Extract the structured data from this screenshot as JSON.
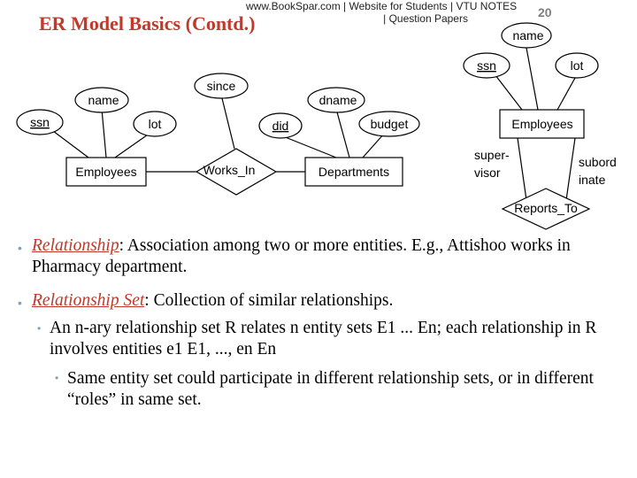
{
  "header": {
    "watermark_line1": "www.BookSpar.com | Website for Students | VTU NOTES",
    "watermark_line2": "| Question Papers",
    "slide_number": "20",
    "title": "ER Model Basics (Contd.)"
  },
  "left_diagram": {
    "entity_employees": "Employees",
    "relationship": "Works_In",
    "entity_departments": "Departments",
    "attr_ssn": "ssn",
    "attr_name": "name",
    "attr_lot": "lot",
    "attr_since": "since",
    "attr_did": "did",
    "attr_dname": "dname",
    "attr_budget": "budget"
  },
  "right_diagram": {
    "attr_name": "name",
    "attr_ssn": "ssn",
    "attr_lot": "lot",
    "entity_employees": "Employees",
    "role_supervisor": "super-\nvisor",
    "role_subordinate": "subord\ninate",
    "relationship": "Reports_To"
  },
  "bullets": [
    {
      "term": "Relationship",
      "rest": ":  Association among two or more entities.  E.g., Attishoo works in Pharmacy department."
    },
    {
      "term": "Relationship Set",
      "rest": ":  Collection of similar relationships."
    }
  ],
  "sub_bullet": "An n-ary relationship set  R relates n entity sets E1 ... En; each relationship in R involves entities e1  E1, ..., en   En",
  "sub_sub_bullet": "Same entity set could participate in different relationship sets, or in different “roles” in same set.",
  "colors": {
    "title": "#c0392b",
    "bullet": "#7f9fbf",
    "slide_number": "#7f7f7f"
  }
}
